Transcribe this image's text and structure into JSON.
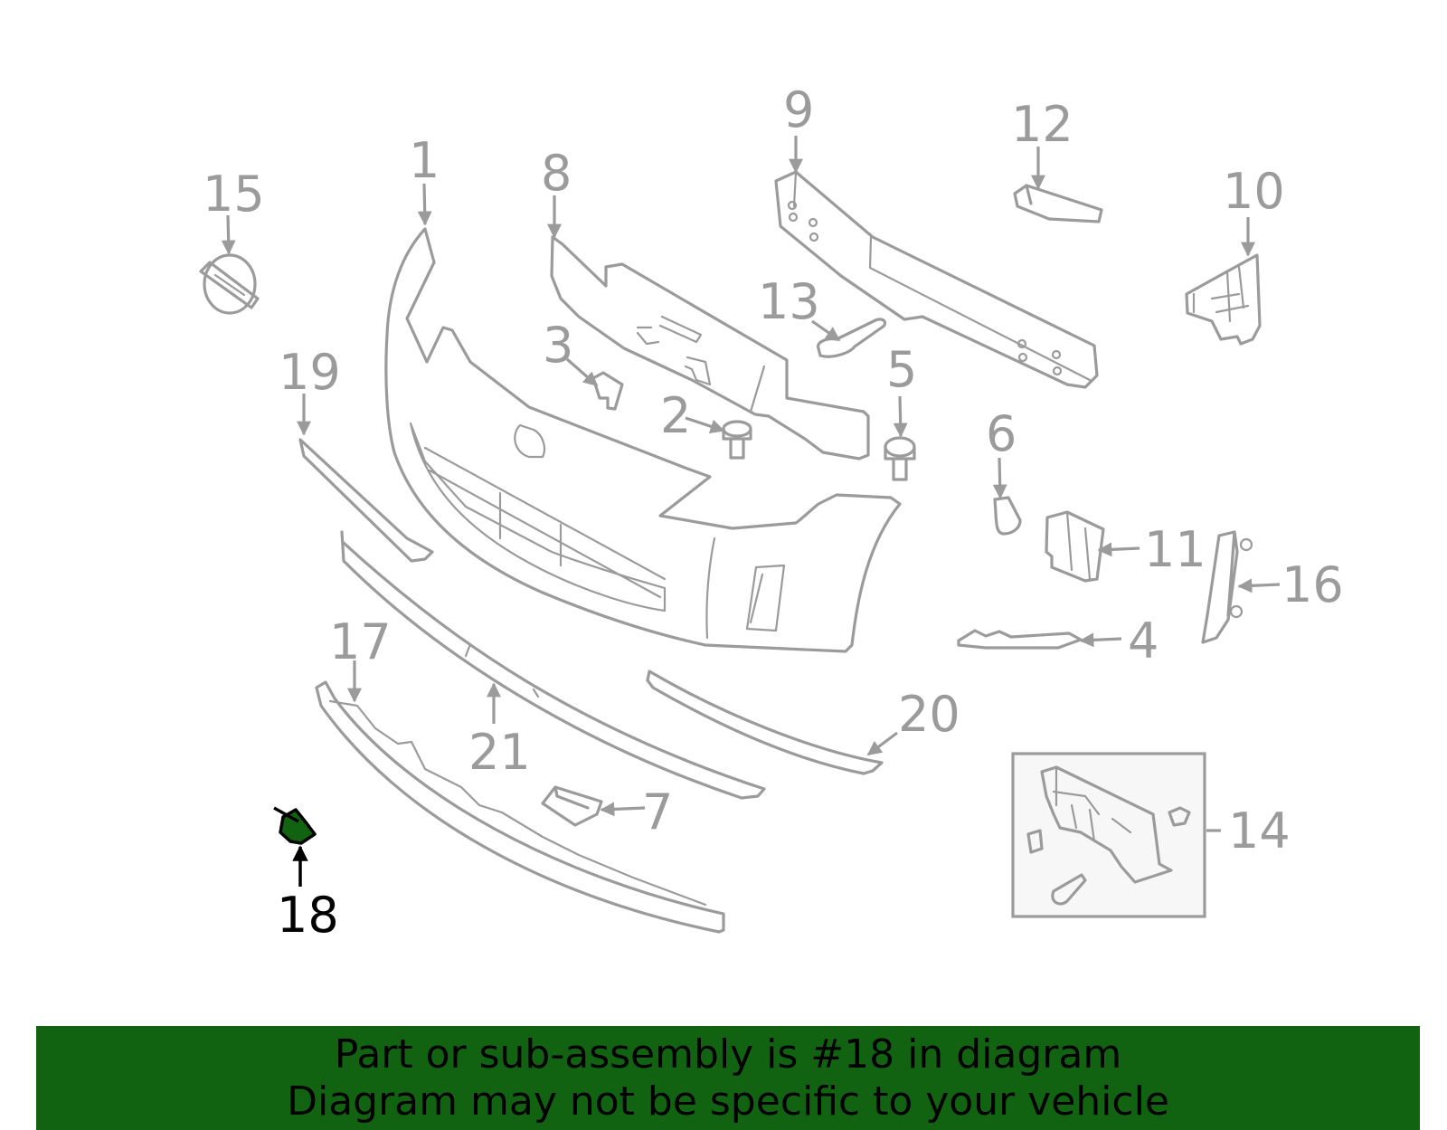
{
  "diagram": {
    "highlight_color": "#116311",
    "line_color": "#9b9b9b",
    "active_label": "18",
    "labels": [
      "1",
      "2",
      "3",
      "4",
      "5",
      "6",
      "7",
      "8",
      "9",
      "10",
      "11",
      "12",
      "13",
      "14",
      "15",
      "16",
      "17",
      "19",
      "20",
      "21"
    ]
  },
  "banner": {
    "background": "#116311",
    "line1": "Part or sub-assembly is #18 in diagram",
    "line2": "Diagram may not be specific to your vehicle"
  }
}
